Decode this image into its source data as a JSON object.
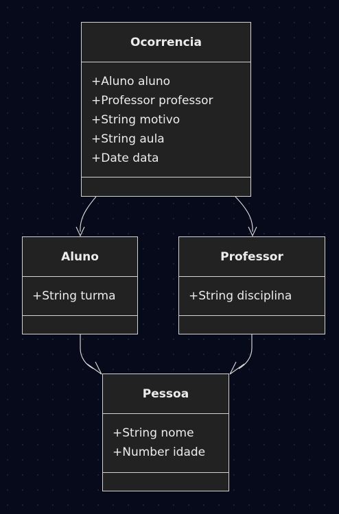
{
  "diagram": {
    "classes": [
      {
        "id": "ocorrencia",
        "name": "Ocorrencia",
        "attributes": [
          "+Aluno aluno",
          "+Professor professor",
          "+String motivo",
          "+String aula",
          "+Date data"
        ],
        "methods": []
      },
      {
        "id": "aluno",
        "name": "Aluno",
        "attributes": [
          "+String turma"
        ],
        "methods": []
      },
      {
        "id": "professor",
        "name": "Professor",
        "attributes": [
          "+String disciplina"
        ],
        "methods": []
      },
      {
        "id": "pessoa",
        "name": "Pessoa",
        "attributes": [
          "+String nome",
          "+Number idade"
        ],
        "methods": []
      }
    ],
    "relations": [
      {
        "from": "ocorrencia",
        "to": "aluno",
        "kind": "association"
      },
      {
        "from": "ocorrencia",
        "to": "professor",
        "kind": "association"
      },
      {
        "from": "aluno",
        "to": "pessoa",
        "kind": "inheritance"
      },
      {
        "from": "professor",
        "to": "pessoa",
        "kind": "inheritance"
      }
    ],
    "colors": {
      "background": "#060a1a",
      "box_fill": "#222222",
      "stroke": "#d4d4d4",
      "text": "#ececec"
    }
  }
}
